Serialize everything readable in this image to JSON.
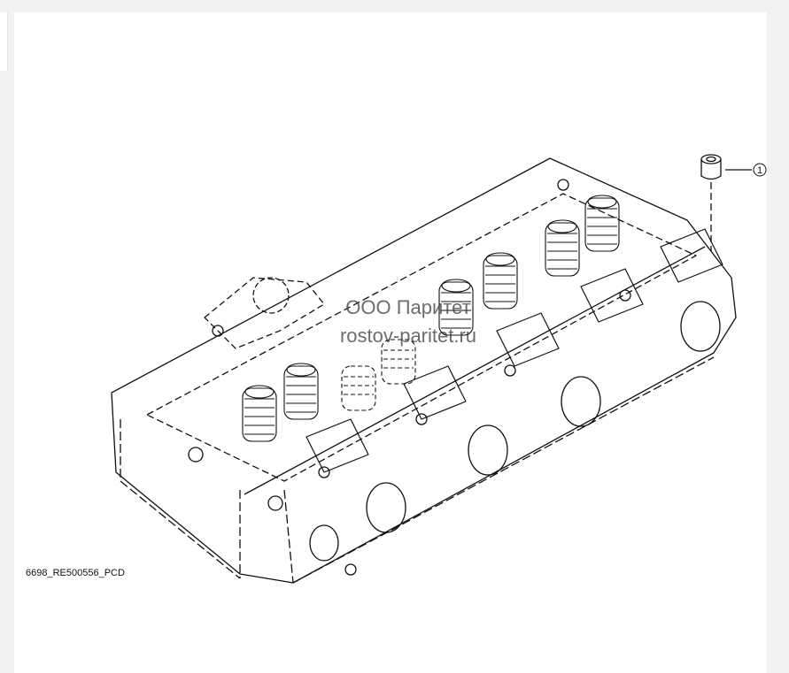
{
  "diagram": {
    "part_code": "6698_RE500556_PCD",
    "callout": {
      "number": "1"
    },
    "watermark": {
      "line1": "ООО Паритет",
      "line2": "rostov-paritet.ru"
    }
  },
  "colors": {
    "background": "#f2f2f2",
    "sheet": "#ffffff",
    "line": "#111111"
  }
}
